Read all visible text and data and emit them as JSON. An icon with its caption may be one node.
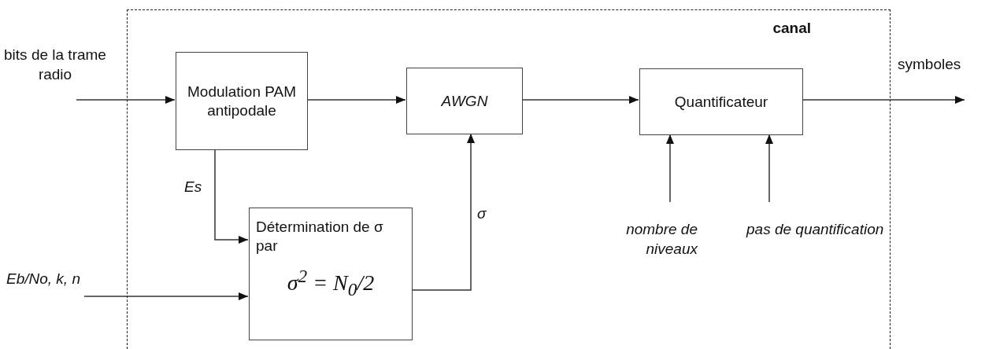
{
  "diagram": {
    "nodes": [
      {
        "text": [
          "canal"
        ]
      },
      {
        "text": [
          "Modulation PAM antipodale"
        ],
        "in": 0
      },
      {
        "text": [
          "AWGN"
        ],
        "in": 0
      },
      {
        "text": [
          "Quantificateur"
        ],
        "in": 0
      },
      {
        "text": [
          "Détermination de σ par",
          "σ$^{2}$ = N$_{0}$/2"
        ],
        "in": 0
      },
      {
        "text": [
          "bits de la trame radio"
        ]
      },
      {
        "text": [
          "Eb/No, k, n"
        ]
      },
      {
        "text": [
          "symboles"
        ]
      },
      {
        "text": [
          "nombre de niveaux"
        ],
        "in": 0
      },
      {
        "text": [
          "pas de quantification"
        ],
        "in": 0
      }
    ],
    "edges": [
      {
        "from": 5,
        "to": 1,
        "arrow": "to"
      },
      {
        "from": 1,
        "to": 2,
        "arrow": "to"
      },
      {
        "from": 2,
        "to": 3,
        "arrow": "to"
      },
      {
        "from": 3,
        "to": 7,
        "arrow": "to"
      },
      {
        "from": 1,
        "to": 4,
        "arrow": "to",
        "label": "Es"
      },
      {
        "from": 6,
        "to": 4,
        "arrow": "to"
      },
      {
        "from": 4,
        "to": 2,
        "arrow": "to",
        "label": "σ"
      },
      {
        "from": 8,
        "to": 3,
        "arrow": "to"
      },
      {
        "from": 9,
        "to": 3,
        "arrow": "to"
      }
    ]
  }
}
